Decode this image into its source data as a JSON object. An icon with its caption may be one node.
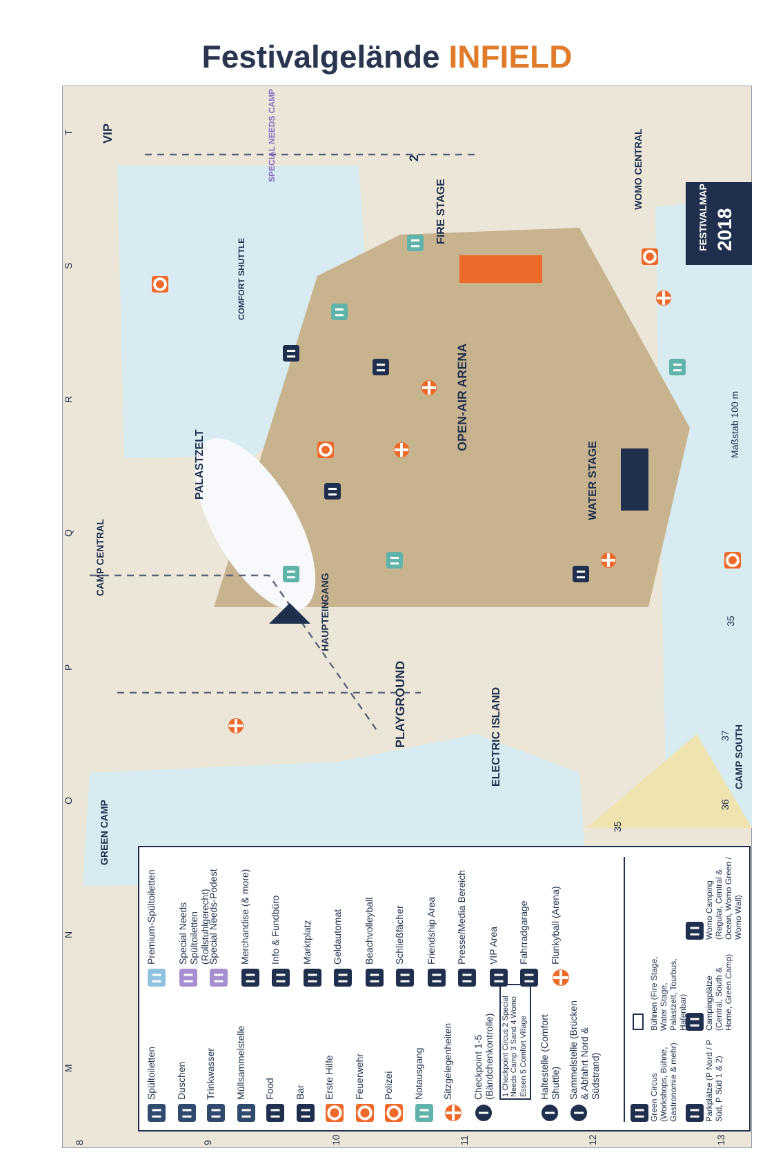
{
  "diagram": {
    "title": "Festivalgelände INFIELD",
    "labels": [
      "VIP",
      "SPECIAL NEEDS CAMP",
      "2",
      "WOMO CENTRAL",
      "FESTIVALMAP",
      "2018",
      "COMFORT SHUTTLE",
      "FIRE STAGE",
      "PALASTZELT",
      "OPEN-AIR ARENA",
      "Maßstab 100 m",
      "CAMP CENTRAL",
      "HAUPTEINGANG",
      "WATER STAGE",
      "35",
      "PLAYGROUND",
      "ELECTRIC ISLAND",
      "37",
      "GREEN CAMP",
      "35",
      "36",
      "CAMP SOUTH",
      "1 Checkpoint Circus 2 Special Needs Camp 3 Sand 4 Womo Essen 5 Comfort Village",
      "M",
      "N",
      "O",
      "P",
      "Q",
      "R",
      "S",
      "T",
      "8",
      "9",
      "10",
      "11",
      "12",
      "13"
    ],
    "legend": [
      {
        "text": "Spültoiletten"
      },
      {
        "text": "Duschen"
      },
      {
        "text": "Trinkwasser"
      },
      {
        "text": "Müllsammelstelle"
      },
      {
        "text": "Food"
      },
      {
        "text": "Bar"
      },
      {
        "text": "Erste Hilfe"
      },
      {
        "text": "Feuerwehr"
      },
      {
        "text": "Polizei"
      },
      {
        "text": "Notausgang"
      },
      {
        "text": "Sitzgelegenheiten"
      },
      {
        "text": "Checkpoint 1-5 (Bändchenkontrolle)"
      },
      {
        "text": "Haltestelle (Comfort Shuttle)"
      },
      {
        "text": "Sammelstelle (Brücken & Abfahrt Nord & Südstrand)"
      },
      {
        "text": "Premium-Spültoiletten"
      },
      {
        "text": "Special Needs Spültoiletten (Rollstuhlgerecht)"
      },
      {
        "text": "Special Needs-Podest"
      },
      {
        "text": "Merchandise (& more)"
      },
      {
        "text": "Info & Fundbüro"
      },
      {
        "text": "Marktplatz"
      },
      {
        "text": "Geldautomat"
      },
      {
        "text": "Beachvolleyball"
      },
      {
        "text": "Schließfächer"
      },
      {
        "text": "Friendship Area"
      },
      {
        "text": "Presse/Media Bereich"
      },
      {
        "text": "VIP Area"
      },
      {
        "text": "Fahrradgarage"
      },
      {
        "text": "Flunkyball (Arena)"
      },
      {
        "text": "Green Circus (Workshops, Bühne, Gastronomie & mehr)"
      },
      {
        "text": "Bühnen (Fire Stage, Water Stage, Palastzelt, Tourbus, Hafenbar)"
      },
      {
        "text": "Parkplätze (P Nord / P Süd, P Süd 1 & 2)"
      },
      {
        "text": "Campingplätze (Central, South & Home, Green Camp)"
      },
      {
        "text": "Womo Camping (Regular, Central & Ocean, Womo Green / Womo Wall)"
      }
    ]
  }
}
